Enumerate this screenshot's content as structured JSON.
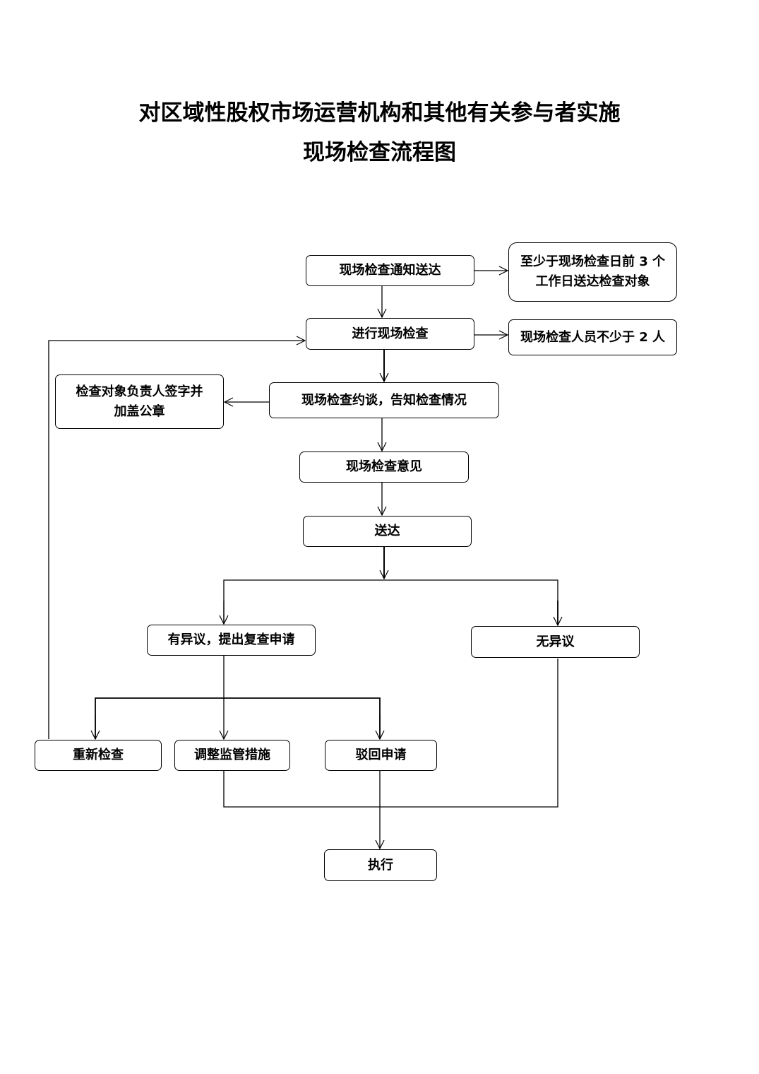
{
  "title": {
    "line1": "对区域性股权市场运营机构和其他有关参与者实施",
    "line2": "现场检查流程图"
  },
  "nodes": {
    "notice": "现场检查通知送达",
    "notice_note": [
      "至少于现场检查日前 3 个",
      "工作日送达检查对象"
    ],
    "inspect": "进行现场检查",
    "inspect_note": "现场检查人员不少于 2 人",
    "interview": "现场检查约谈，告知检查情况",
    "sign": [
      "检查对象负责人签字并",
      "加盖公章"
    ],
    "opinion": "现场检查意见",
    "deliver": "送达",
    "objection": "有异议，提出复查申请",
    "no_objection": "无异议",
    "recheck": "重新检查",
    "adjust": "调整监管措施",
    "reject": "驳回申请",
    "execute": "执行"
  }
}
